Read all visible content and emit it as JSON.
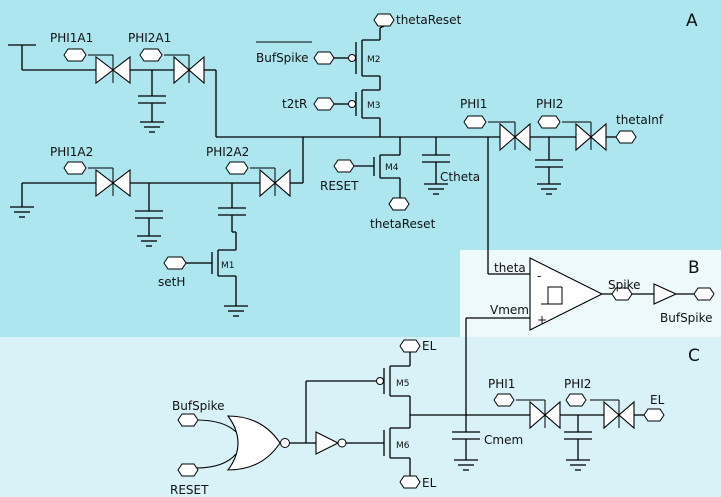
{
  "colors": {
    "region_a": "#ade6ef",
    "region_b": "#eef9fc",
    "region_c": "#d9f2f8"
  },
  "sections": {
    "a": "A",
    "b": "B",
    "c": "C"
  },
  "signals": {
    "phi1a1": "PHI1A1",
    "phi2a1": "PHI2A1",
    "phi1a2": "PHI1A2",
    "phi2a2": "PHI2A2",
    "theta_reset_top": "thetaReset",
    "buf_spike_bar": "BufSpike",
    "t2tr": "t2tR",
    "reset_m4": "RESET",
    "theta_reset_bottom": "thetaReset",
    "phi1_a": "PHI1",
    "phi2_a": "PHI2",
    "theta_inf": "thetaInf",
    "set_h": "setH",
    "theta": "theta",
    "vmem": "Vmem",
    "spike": "Spike",
    "buf_spike_out": "BufSpike",
    "el_top": "EL",
    "buf_spike_in": "BufSpike",
    "reset_in": "RESET",
    "el_bottom": "EL",
    "phi1_c": "PHI1",
    "phi2_c": "PHI2",
    "el_right": "EL"
  },
  "components": {
    "m1": "M1",
    "m2": "M2",
    "m3": "M3",
    "m4": "M4",
    "m5": "M5",
    "m6": "M6",
    "ctheta": "Ctheta",
    "cmem": "Cmem",
    "comp_minus": "-",
    "comp_plus": "+"
  }
}
